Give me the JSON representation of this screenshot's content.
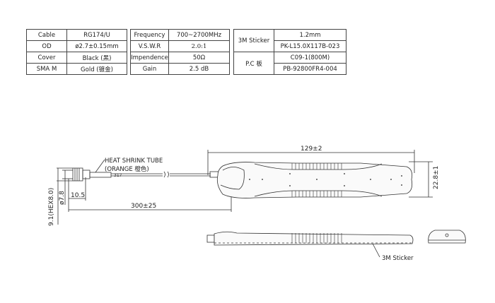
{
  "spec_table_cable": [
    {
      "label": "Cable",
      "value": "RG174/U"
    },
    {
      "label": "OD",
      "value": "ø2.7±0.15mm"
    },
    {
      "label": "Cover",
      "value": "Black (黑)"
    },
    {
      "label": "SMA M",
      "value": "Gold (镀金)"
    }
  ],
  "spec_table_rf": [
    {
      "label": "Frequency",
      "value": "700~2700MHz"
    },
    {
      "label": "V.S.W.R",
      "value": "2.0:1"
    },
    {
      "label": "Impendence",
      "value": "50Ω"
    },
    {
      "label": "Gain",
      "value": "2.5 dB"
    }
  ],
  "spec_table_parts": {
    "sticker_label": "3M Sticker",
    "sticker_values": [
      "1.2mm",
      "PK-L15.0X117B-023"
    ],
    "pc_label": "P.C 板",
    "pc_values": [
      "C09-1(800M)",
      "PB-92800FR4-004"
    ]
  },
  "drawing": {
    "heat_shrink_line1": "HEAT SHRINK TUBE",
    "heat_shrink_line2": "(ORANGE 橙色)",
    "tube_mark": "317",
    "dim_hex": "9.1(HEX8.0)",
    "dim_dia": "ø7.8",
    "dim_connector": "10.5",
    "dim_cable_length": "300±25",
    "dim_body_length": "129±2",
    "dim_body_width": "22.8±1",
    "sticker_callout": "3M Sticker"
  }
}
